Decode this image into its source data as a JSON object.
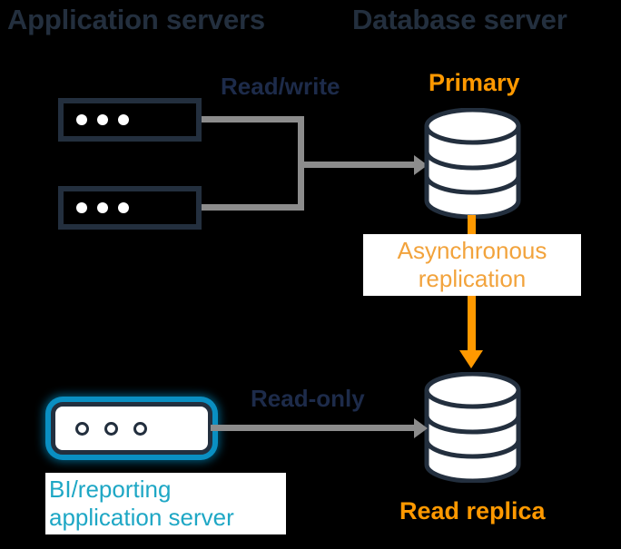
{
  "diagram": {
    "background_color": "#000000",
    "accent_orange": "#ff9900",
    "accent_cyan": "#1ea7c5",
    "accent_navy": "#232f3e",
    "connector_gray": "#8c8c8c"
  },
  "headings": {
    "left": "Application servers",
    "right": "Database server"
  },
  "app_servers": [
    {
      "name": "application-server-1",
      "dots": 3
    },
    {
      "name": "application-server-2",
      "dots": 3
    }
  ],
  "bi_server": {
    "dots": 3,
    "label_line1": "BI/reporting",
    "label_line2": "application server",
    "highlight_color": "#0a8fc2"
  },
  "connections": {
    "read_write_label": "Read/write",
    "read_only_label": "Read-only",
    "replication_line1": "Asynchronous",
    "replication_line2": "replication"
  },
  "databases": [
    {
      "name": "primary-database",
      "label": "Primary"
    },
    {
      "name": "read-replica-database",
      "label": "Read replica"
    }
  ]
}
